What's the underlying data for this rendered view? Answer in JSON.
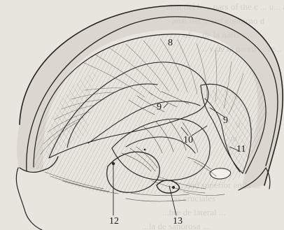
{
  "labels": {
    "label_8": "8",
    "label_9_left": "9",
    "label_9_right": "9",
    "label_10": "10",
    "label_11": "11",
    "label_12": "12",
    "label_13": "13"
  },
  "bleed_text": {
    "top_1": "anat del h ... pars of the c ... u... a...",
    "top_2": "anat del ... del contorno d",
    "top_3": "of ... de la nariz ...",
    "top_4": "... y de la pared ... se...",
    "right_1": "d:",
    "right_2": "at",
    "bottom_1": "...dad superior en la ...",
    "bottom_2": "...as cruciales",
    "bottom_3": "...bre de lateral ...",
    "bottom_4": "...la de sanorosa ..."
  },
  "colors": {
    "paper": "#e8e5de",
    "ink": "#23211e"
  }
}
